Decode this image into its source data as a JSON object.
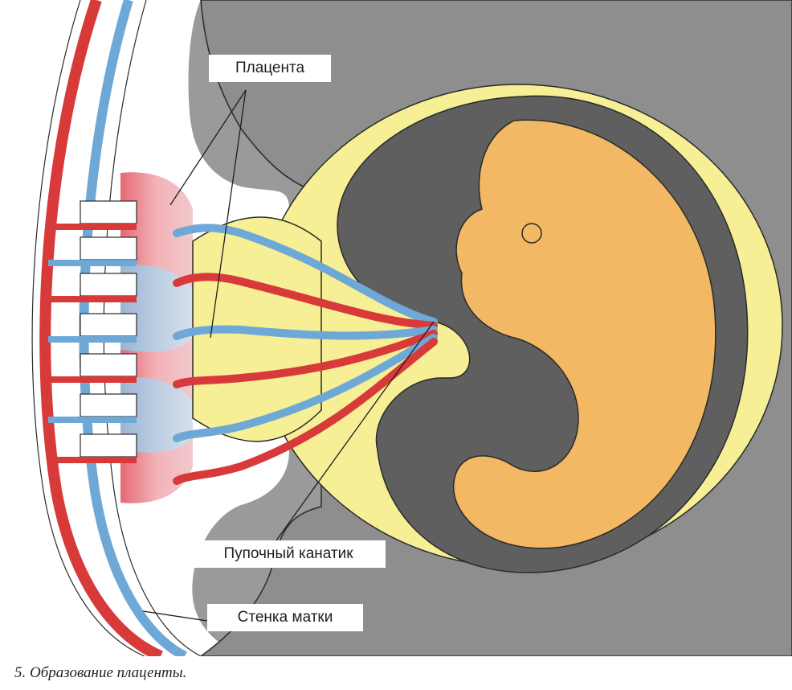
{
  "labels": {
    "placenta": "Плацента",
    "umbilical_cord": "Пупочный канатик",
    "uterine_wall": "Стенка матки"
  },
  "caption": "5. Образование плаценты.",
  "colors": {
    "page": "#ede9e4",
    "uterus_gray": "#8e8e8e",
    "embryo_dark": "#5f5f5f",
    "yolk_yellow": "#f6ef95",
    "embryo_orange": "#f2b863",
    "artery_red": "#d83a3a",
    "vein_blue": "#6ea8d6",
    "placenta_pink": "#f2a3a8",
    "label_bg": "#ffffff"
  }
}
